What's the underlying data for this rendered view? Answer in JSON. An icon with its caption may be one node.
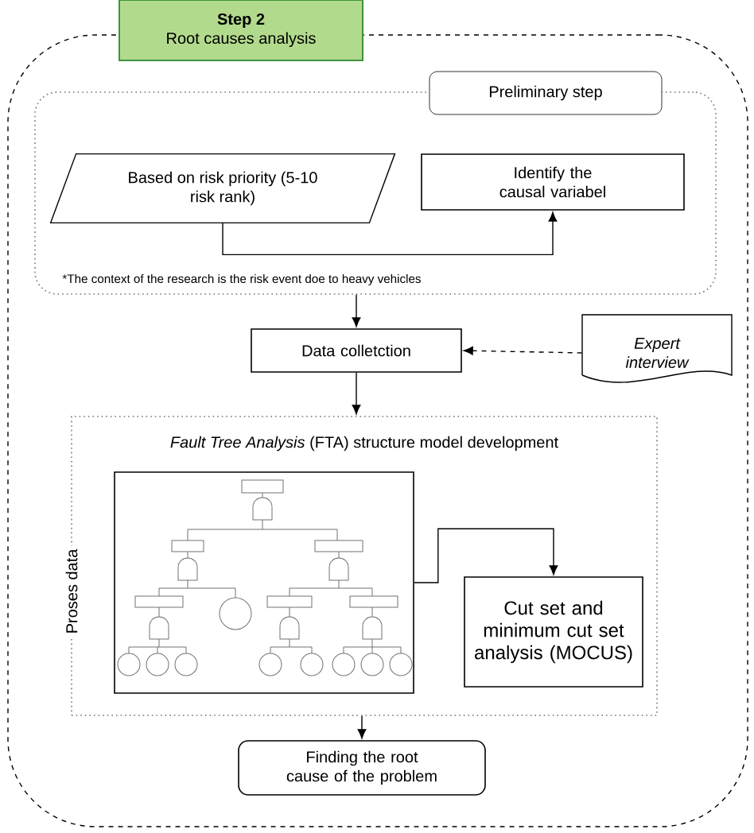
{
  "diagram": {
    "nodes": [
      {
        "text": [
          "Step 2",
          "Root causes analysis"
        ]
      },
      {
        "text": [
          "Preliminary step",
          "*The context of the research is the risk event doe to heavy vehicles"
        ],
        "in": 0
      },
      {
        "text": [
          "Based on risk priority (5-10 risk rank)"
        ],
        "in": 1
      },
      {
        "text": [
          "Identify the causal variabel"
        ],
        "in": 1
      },
      {
        "text": [
          "Data colletction"
        ],
        "in": 0
      },
      {
        "text": [
          "Expert interview"
        ],
        "in": 0
      },
      {
        "text": [
          "*Fault Tree Analysis* (FTA) structure model development",
          "Proses data"
        ],
        "in": 0
      },
      {
        "text": [],
        "shape": "picture",
        "in": 6
      },
      {
        "text": [
          "Cut set and minimum cut set analysis (MOCUS)"
        ],
        "in": 6
      },
      {
        "text": [
          "Finding the root cause of the problem"
        ],
        "in": 0
      }
    ],
    "edges": [
      {
        "from": 2,
        "to": 3,
        "arrow": "to"
      },
      {
        "from": 1,
        "to": 4,
        "arrow": "to"
      },
      {
        "from": 5,
        "to": 4,
        "arrow": "to",
        "style": "dashed"
      },
      {
        "from": 4,
        "to": 6,
        "arrow": "to"
      },
      {
        "from": 7,
        "to": 8,
        "arrow": "to"
      },
      {
        "from": 6,
        "to": 9,
        "arrow": "to"
      }
    ]
  }
}
